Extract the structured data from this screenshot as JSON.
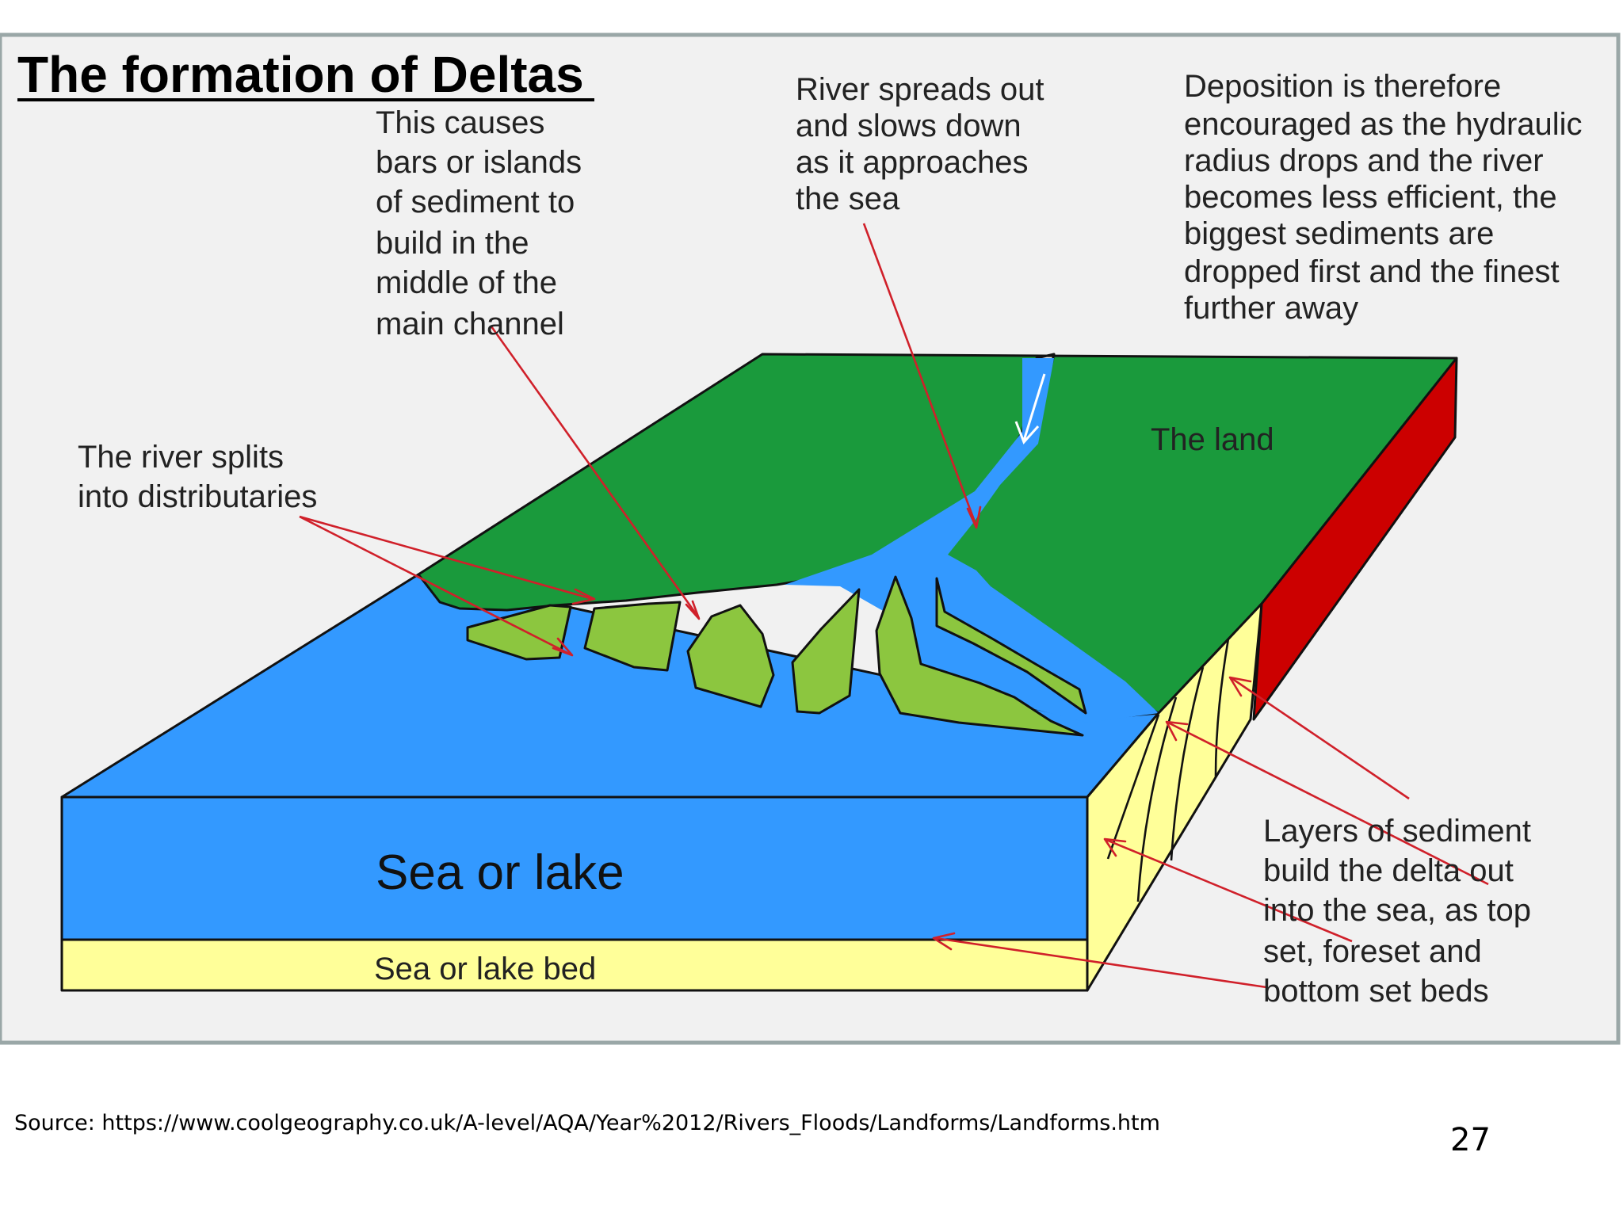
{
  "title": "The formation of Deltas",
  "labels": {
    "bars_islands": [
      "This causes",
      "bars or islands",
      "of sediment to",
      "build in the",
      "middle of the",
      "main channel"
    ],
    "river_spreads": [
      "River spreads out",
      "and slows down",
      "as it approaches",
      "the sea"
    ],
    "deposition": [
      "Deposition is therefore",
      "encouraged as the hydraulic",
      "radius drops and the river",
      "becomes less efficient, the",
      "biggest sediments are",
      "dropped first and the finest",
      "further away"
    ],
    "distributaries": [
      "The river splits",
      "into distributaries"
    ],
    "the_land": "The land",
    "sea_or_lake": "Sea or lake",
    "sea_or_lake_bed": "Sea or lake bed",
    "layers_of_sediment": [
      "Layers of sediment",
      "build the delta out",
      "into the sea, as top",
      "set, foreset and",
      "bottom set beds"
    ]
  },
  "source": "Source: https://www.coolgeography.co.uk/A-level/AQA/Year%2012/Rivers_Floods/Landforms/Landforms.htm",
  "page_number": "27",
  "colors": {
    "panel_background": "#f1f1f1",
    "panel_border": "#9aa7a7",
    "land": "#1a9a3c",
    "islands": "#8cc63f",
    "water": "#3399ff",
    "sediment": "#ffff99",
    "cliff": "#cc0000",
    "pointer": "#d0202a"
  }
}
